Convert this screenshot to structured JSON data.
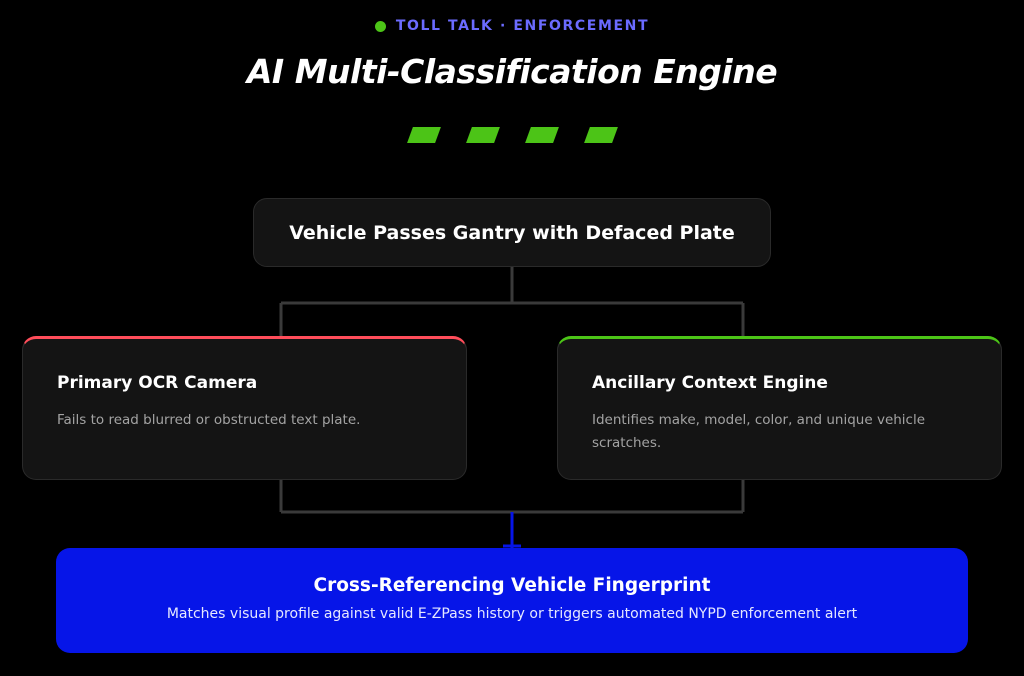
{
  "header": {
    "eyebrow": "TOLL TALK · ENFORCEMENT",
    "title": "AI Multi-Classification Engine",
    "accent_color": "#4cc417",
    "eyebrow_color": "#6b6bff"
  },
  "diagram": {
    "start_node": {
      "label": "Vehicle Passes Gantry with Defaced Plate"
    },
    "branches": [
      {
        "heading": "Primary OCR Camera",
        "description": "Fails to read blurred or obstructed text plate.",
        "accent_color": "#ff4d5a"
      },
      {
        "heading": "Ancillary Context Engine",
        "description": "Identifies make, model, color, and unique vehicle scratches.",
        "accent_color": "#4cc417"
      }
    ],
    "result_node": {
      "heading": "Cross-Referencing Vehicle Fingerprint",
      "description": "Matches visual profile against valid E-ZPass history or triggers automated NYPD enforcement alert",
      "color": "#0615e8"
    }
  }
}
